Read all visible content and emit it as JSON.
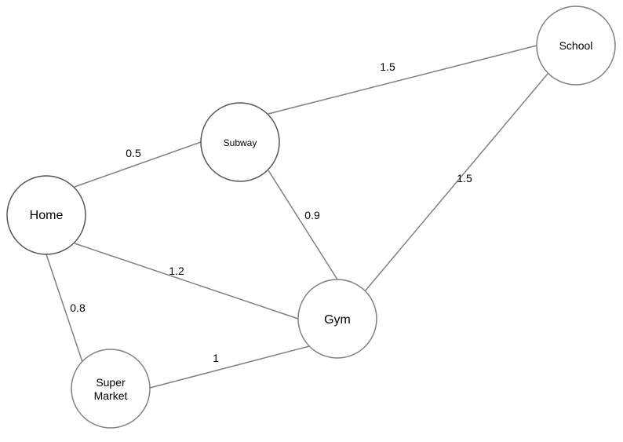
{
  "nodes": {
    "home": "Home",
    "subway": "Subway",
    "school": "School",
    "gym": "Gym",
    "supermarket_line1": "Super",
    "supermarket_line2": "Market"
  },
  "edges": {
    "home_subway": "0.5",
    "subway_school": "1.5",
    "subway_gym": "0.9",
    "school_gym": "1.5",
    "home_gym": "1.2",
    "home_supermarket": "0.8",
    "supermarket_gym": "1"
  }
}
